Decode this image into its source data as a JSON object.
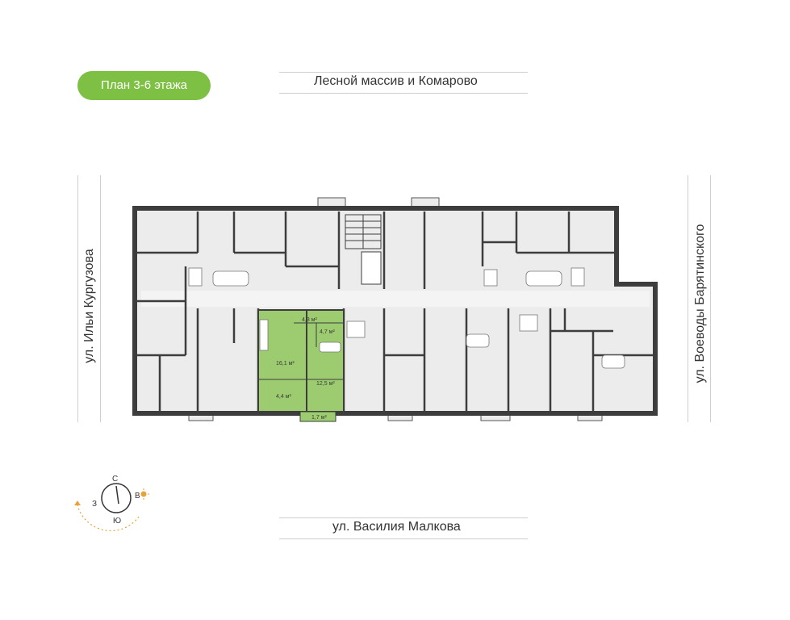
{
  "floor_badge": "План 3-6 этажа",
  "streets": {
    "top": "Лесной массив и Комарово",
    "bottom": "ул. Василия Малкова",
    "left": "ул. Ильи Кургузова",
    "right": "ул. Воеводы Барятинского"
  },
  "apartment": {
    "rooms": [
      {
        "label": "16,1 м²"
      },
      {
        "label": "4,3 м²"
      },
      {
        "label": "4,7 м²"
      },
      {
        "label": "12,5 м²"
      },
      {
        "label": "4,4 м²"
      },
      {
        "label": "1,7 м²"
      }
    ]
  },
  "compass": {
    "north": "С",
    "east": "В",
    "south": "Ю",
    "west": "З"
  },
  "colors": {
    "accent": "#7dc043",
    "highlight_fill": "#9ccc6f",
    "room_fill": "#ececec",
    "wall": "#3d3d3d"
  }
}
